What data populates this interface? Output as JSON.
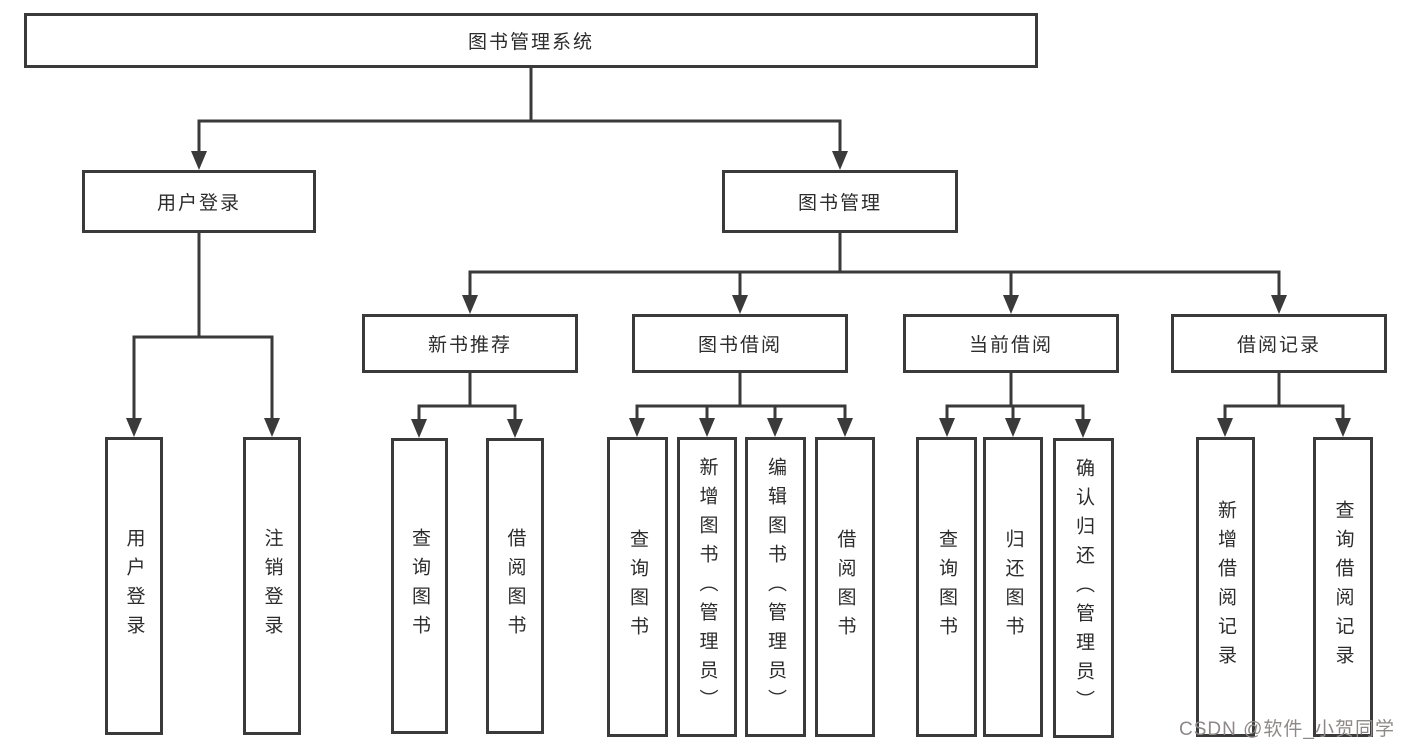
{
  "tree": {
    "root": {
      "label": "图书管理系统",
      "children": [
        {
          "label": "用户登录",
          "children": [
            {
              "label": "用户登录"
            },
            {
              "label": "注销登录"
            }
          ]
        },
        {
          "label": "图书管理",
          "children": [
            {
              "label": "新书推荐",
              "children": [
                {
                  "label": "查询图书"
                },
                {
                  "label": "借阅图书"
                }
              ]
            },
            {
              "label": "图书借阅",
              "children": [
                {
                  "label": "查询图书"
                },
                {
                  "label": "新增图书（管理员）"
                },
                {
                  "label": "编辑图书（管理员）"
                },
                {
                  "label": "借阅图书"
                }
              ]
            },
            {
              "label": "当前借阅",
              "children": [
                {
                  "label": "查询图书"
                },
                {
                  "label": "归还图书"
                },
                {
                  "label": "确认归还（管理员）"
                }
              ]
            },
            {
              "label": "借阅记录",
              "children": [
                {
                  "label": "新增借阅记录"
                },
                {
                  "label": "查询借阅记录"
                }
              ]
            }
          ]
        }
      ]
    }
  },
  "watermark": {
    "text": "CSDN @软件_小贺同学"
  },
  "colors": {
    "line": "#3a3a3a",
    "box_border": "#3a3a3a",
    "box_background": "#ffffff",
    "text": "#2c2c2c",
    "watermark": "#8f8888",
    "page_background": "#ffffff"
  }
}
